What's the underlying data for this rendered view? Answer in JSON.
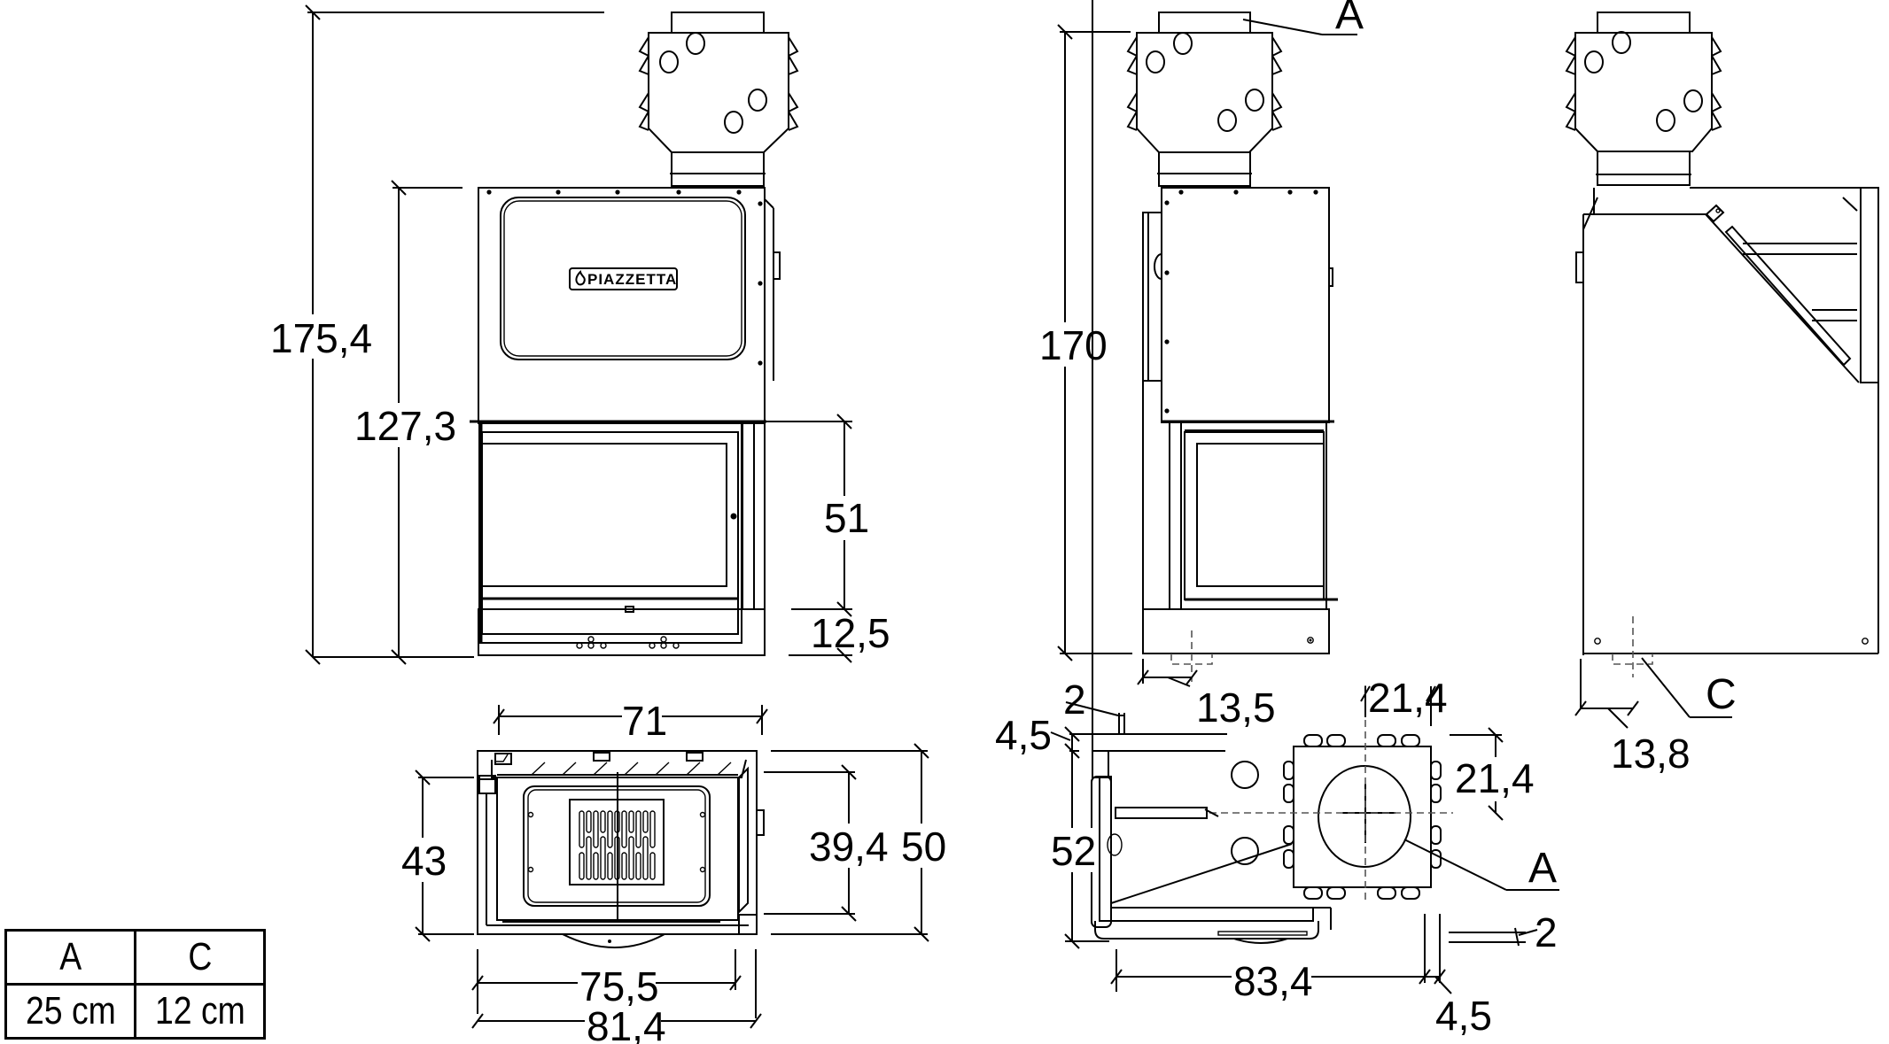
{
  "title": "Piazzetta fireplace insert - dimensional drawing",
  "brand_logo": "PIAZZETTA",
  "units": "cm",
  "views": {
    "front": {
      "dimensions": {
        "total_height": "175,4",
        "body_height": "127,3",
        "glass_height": "51",
        "base_height": "12,5"
      }
    },
    "side": {
      "dimensions": {
        "height_to_collar": "170",
        "outlet_offset": "13,5"
      },
      "labels": {
        "outlet": "A"
      }
    },
    "rear_side": {
      "dimensions": {
        "inlet_offset": "13,8"
      },
      "labels": {
        "inlet": "C"
      }
    },
    "plan_front": {
      "dimensions": {
        "top_width": "71",
        "depth_left": "43",
        "inner_depth": "39,4",
        "total_depth": "50",
        "inner_width": "75,5",
        "total_width": "81,4"
      }
    },
    "plan_top": {
      "dimensions": {
        "offset_2_top": "2",
        "offset_4_5_left": "4,5",
        "flue_x": "21,4",
        "flue_y": "21,4",
        "depth": "52",
        "width": "83,4",
        "offset_2_right": "2",
        "offset_4_5_right": "4,5"
      },
      "labels": {
        "flue": "A"
      }
    }
  },
  "legend": {
    "headers": [
      "A",
      "C"
    ],
    "values": [
      "25 cm",
      "12 cm"
    ]
  }
}
